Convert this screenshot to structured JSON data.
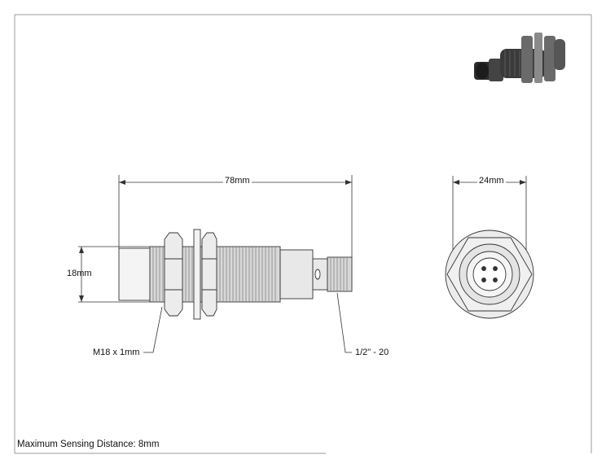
{
  "dimensions": {
    "length": "78mm",
    "diameter": "18mm",
    "across_flats": "24mm"
  },
  "callouts": {
    "thread_main": "M18 x 1mm",
    "thread_connector": "1/2\" - 20"
  },
  "footer": {
    "note": "Maximum Sensing Distance: 8mm"
  },
  "colors": {
    "line": "#333333",
    "body_fill": "#e8e8e8",
    "thread_fill": "#d8d8d8",
    "face_fill": "#f4f4f4"
  }
}
